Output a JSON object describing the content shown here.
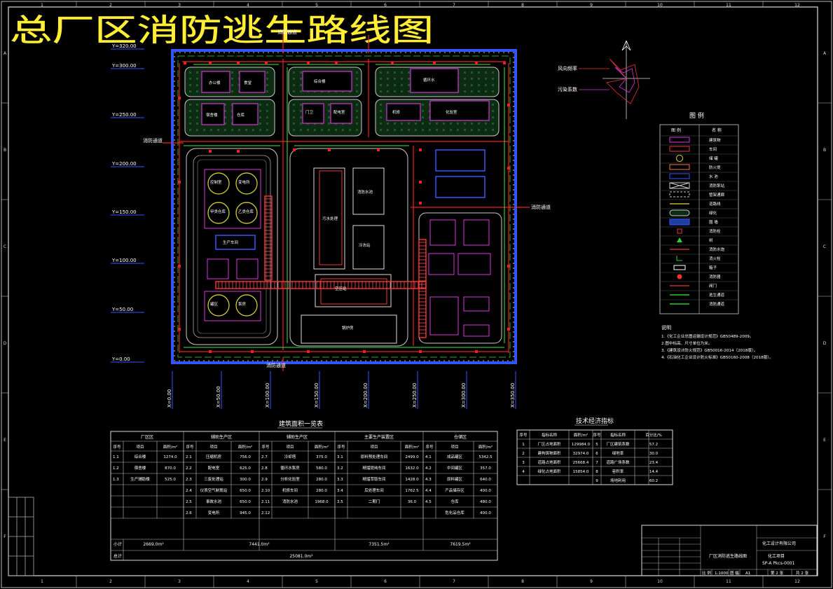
{
  "title": "总厂区消防逃生路线图",
  "frame": {
    "cols": [
      "1",
      "2",
      "3",
      "4",
      "5",
      "6",
      "7",
      "8",
      "9",
      "10",
      "11",
      "12"
    ],
    "rows": [
      "A",
      "B",
      "C",
      "D",
      "E",
      "F"
    ]
  },
  "ygrid": [
    "Y=320.00",
    "Y=300.00",
    "Y=250.00",
    "Y=200.00",
    "Y=150.00",
    "Y=100.00",
    "Y=50.00",
    "Y=0.00"
  ],
  "xgrid": [
    "X=0.00",
    "X=50.00",
    "X=100.00",
    "X=150.00",
    "X=200.00",
    "X=250.00",
    "X=300.00",
    "X=350.00"
  ],
  "legend": {
    "title": "图 例",
    "col1": "图 例",
    "col2": "名 称",
    "items": [
      "建筑物",
      "车间",
      "储 罐",
      "防火堤",
      "水 池",
      "消防泵站",
      "管架通廊",
      "道路线",
      "绿化",
      "围 墙",
      "消防栓",
      "树",
      "消防水炮",
      "消火栓",
      "箱子",
      "消防器",
      "阀门",
      "逃生通道",
      "消防通道"
    ]
  },
  "notes": {
    "title": "说明",
    "lines": [
      "1.《化工企业总图运输设计规范》GB50489-2009。",
      "2.图中标高、尺寸单位为米。",
      "3.《建筑设计防火规范》GB50016-2014（2018版）。",
      "4.《石油化工企业设计防火标准》GB50160-2008（2018版）。"
    ]
  },
  "compass": {
    "label1": "风向频率",
    "label2": "污染系数"
  },
  "site_labels": {
    "exit_top": "消防通道",
    "exit_left": "消防通道",
    "exit_right": "消防通道",
    "exit_bottom": "消防通道"
  },
  "buildings": [
    "办公楼",
    "食堂",
    "宿舍楼",
    "仓库",
    "综合楼",
    "门卫",
    "配电室",
    "循环水",
    "机修",
    "化验室",
    "控制室",
    "变电所",
    "甲类仓库",
    "乙类仓库",
    "罐区",
    "泵房",
    "生产车间",
    "污水处理",
    "消防水池",
    "冷冻站",
    "空压站",
    "锅炉房"
  ],
  "area_table": {
    "title": "建筑面积一览表",
    "groups": [
      "厂区区",
      "辅助生产区",
      "辅助生产区",
      "主要生产装置区",
      "仓储区"
    ],
    "header": [
      "序号",
      "项目",
      "面积/m²"
    ],
    "rows": [
      [
        [
          "1.1",
          "综合楼",
          "1274.0"
        ],
        [
          "2.1",
          "压缩机房",
          "756.0"
        ],
        [
          "2.7",
          "冷却塔",
          "375.0"
        ],
        [
          "3.1",
          "原料预处理车间",
          "2499.0"
        ],
        [
          "4.1",
          "成品罐区",
          "5342.5"
        ]
      ],
      [
        [
          "1.2",
          "宿舍楼",
          "870.0"
        ],
        [
          "2.2",
          "配电室",
          "625.0"
        ],
        [
          "2.8",
          "循环水泵房",
          "580.0"
        ],
        [
          "3.2",
          "精馏提纯车间",
          "1632.0"
        ],
        [
          "4.2",
          "中间罐区",
          "357.0"
        ]
      ],
      [
        [
          "1.3",
          "生产辅助楼",
          "525.0"
        ],
        [
          "2.3",
          "三废处理站",
          "300.0"
        ],
        [
          "2.9",
          "分析化验室",
          "280.0"
        ],
        [
          "3.3",
          "精馏萃取车间",
          "1428.0"
        ],
        [
          "4.3",
          "原料罐区",
          "640.0"
        ]
      ],
      [
        [
          "",
          "",
          ""
        ],
        [
          "2.4",
          "仪表空气制氮站",
          "650.0"
        ],
        [
          "2.10",
          "机修车间",
          "280.0"
        ],
        [
          "3.4",
          "后处理车间",
          "1762.5"
        ],
        [
          "4.4",
          "产品储存区",
          "400.0"
        ]
      ],
      [
        [
          "",
          "",
          ""
        ],
        [
          "2.5",
          "事故水池",
          "650.0"
        ],
        [
          "2.11",
          "消防水池",
          "1968.0"
        ],
        [
          "3.5",
          "二期门",
          "36.0"
        ],
        [
          "4.5",
          "仓库",
          "480.0"
        ]
      ],
      [
        [
          "",
          "",
          ""
        ],
        [
          "2.6",
          "变电所",
          "945.0"
        ],
        [
          "2.12",
          "",
          ""
        ],
        [
          "",
          "",
          ""
        ],
        [
          "",
          "危化品仓库",
          "400.0"
        ]
      ]
    ],
    "subtotal_label": "小计",
    "subtotals": [
      "2669.0m²",
      "7441.0m²",
      "7351.5m²",
      "7619.5m²"
    ],
    "total_label": "总计",
    "total": "25081.0m²"
  },
  "tech_table": {
    "title": "技术经济指标",
    "header": [
      "序号",
      "指标名称",
      "面积/m²",
      "序号",
      "指标名称",
      "百分比/%"
    ],
    "rows": [
      [
        "1",
        "厂区占地面积",
        "129984.0",
        "5",
        "厂区建筑系数",
        "57.2"
      ],
      [
        "2",
        "建构筑物面积",
        "32974.0",
        "6",
        "绿地率",
        "30.0"
      ],
      [
        "3",
        "道路占地面积",
        "25668.4",
        "7",
        "道路广场系数",
        "23.4"
      ],
      [
        "4",
        "绿化占地面积",
        "15854.0",
        "8",
        "容积率",
        "14.4"
      ],
      [
        "",
        "",
        "",
        "9",
        "场地利用",
        "60.2"
      ]
    ]
  },
  "title_block": {
    "drawing_name": "厂区消防逃生路线图",
    "number": "SP-A Pkcs-0001",
    "scale_label": "比 例",
    "scale": "1:1000",
    "sheet_label": "图 幅",
    "sheet": "A1",
    "page": "第 2 张",
    "pages": "共 2 张",
    "company": "化工设计有限公司",
    "project": "化工项目"
  }
}
